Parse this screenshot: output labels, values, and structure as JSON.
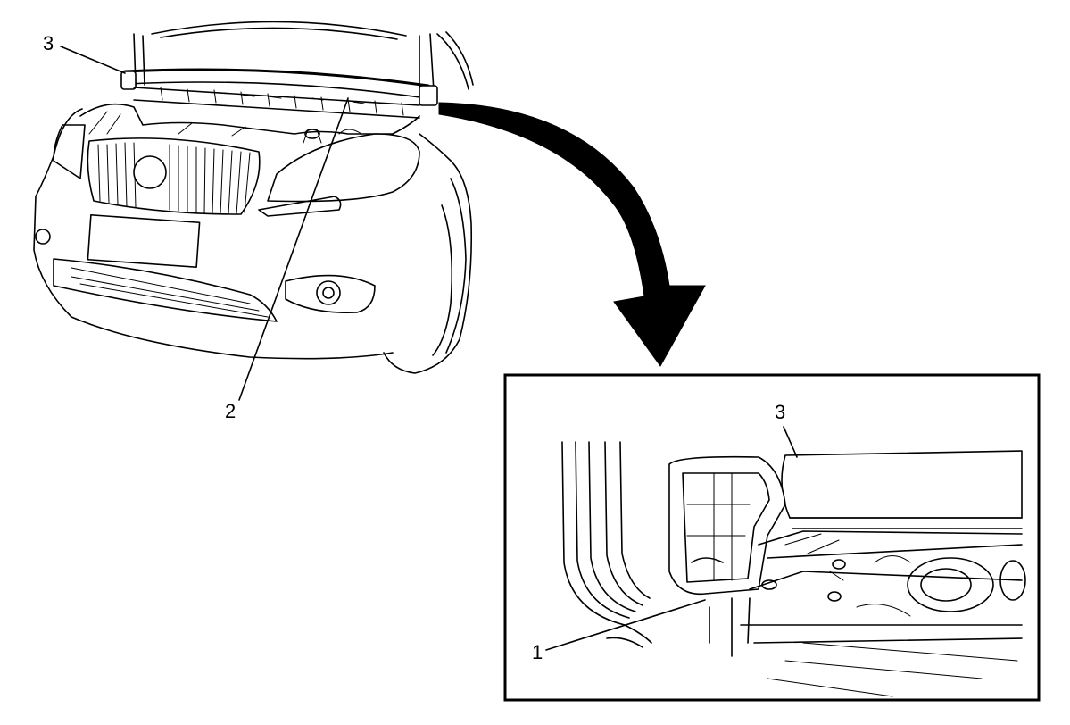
{
  "callouts": {
    "main_seal": "3",
    "main_front_seal": "2",
    "detail_seal": "3",
    "detail_retainer": "1"
  },
  "icons": {
    "arrow": "curved-arrow-icon",
    "emblem": "brand-emblem-icon"
  },
  "colors": {
    "line": "#000000",
    "background": "#ffffff"
  }
}
